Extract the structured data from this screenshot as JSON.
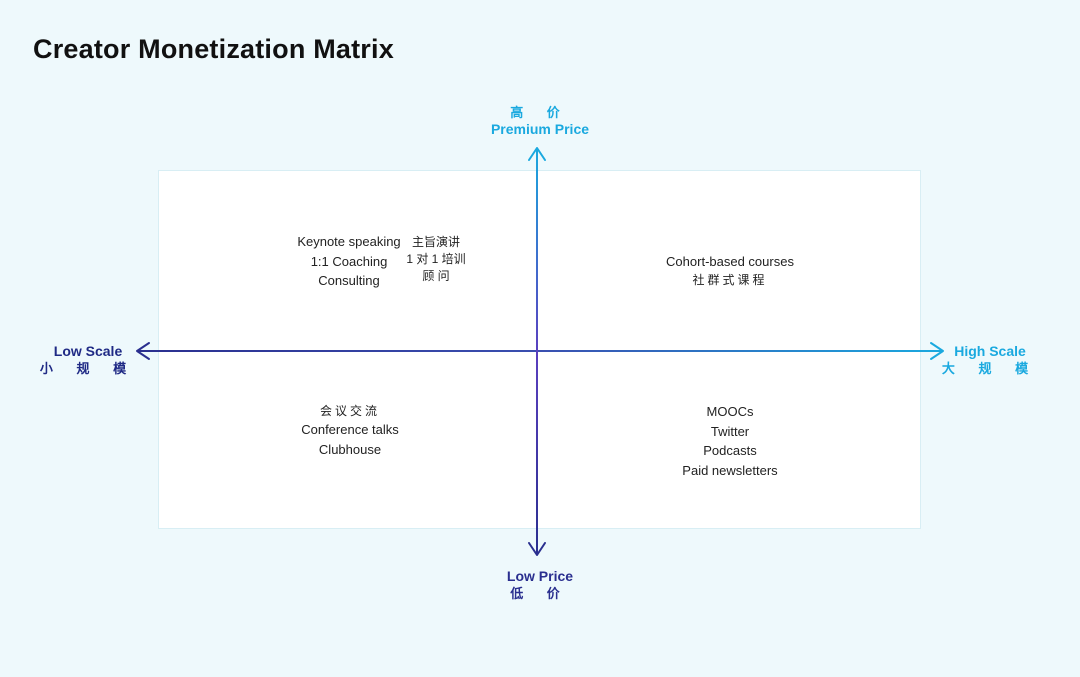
{
  "title": "Creator Monetization Matrix",
  "axes": {
    "top": {
      "cn": "高 价",
      "en": "Premium Price"
    },
    "bottom": {
      "en": "Low Price",
      "cn": "低 价"
    },
    "left": {
      "en": "Low Scale",
      "cn": "小 规 模"
    },
    "right": {
      "en": "High Scale",
      "cn": "大 规 模"
    }
  },
  "quadrants": {
    "top_left": {
      "en_items": [
        "Keynote speaking",
        "1:1 Coaching",
        "Consulting"
      ],
      "cn_items": [
        "主旨演讲",
        "1 对 1 培训",
        "顾 问"
      ]
    },
    "top_right": {
      "en": "Cohort-based courses",
      "cn": "社群式课程"
    },
    "bottom_left": {
      "cn": "会议交流",
      "en_items": [
        "Conference talks",
        "Clubhouse"
      ]
    },
    "bottom_right": {
      "en_items": [
        "MOOCs",
        "Twitter",
        "Podcasts",
        "Paid newsletters"
      ]
    }
  },
  "colors": {
    "background": "#eef9fc",
    "panel": "#ffffff",
    "dark_navy": "#2a2f8f",
    "cyan": "#1aa9df"
  }
}
